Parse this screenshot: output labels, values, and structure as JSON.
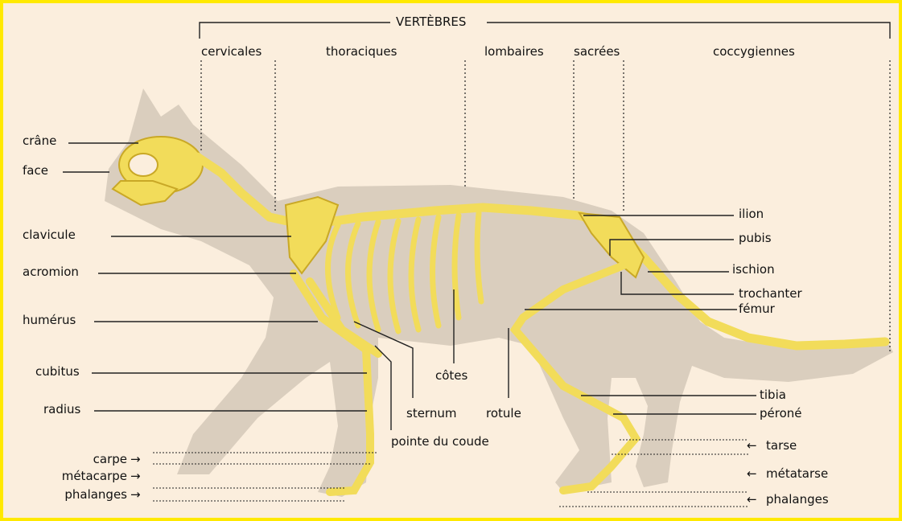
{
  "header": {
    "vertebres": "VERTÈBRES"
  },
  "vertebrae": {
    "cervicales": "cervicales",
    "thoraciques": "thoraciques",
    "lombaires": "lombaires",
    "sacrees": "sacrées",
    "coccygiennes": "coccygiennes"
  },
  "left_labels": {
    "crane": "crâne",
    "face": "face",
    "clavicule": "clavicule",
    "acromion": "acromion",
    "humerus": "humérus",
    "cubitus": "cubitus",
    "radius": "radius",
    "carpe": "carpe",
    "metacarpe": "métacarpe",
    "phalanges": "phalanges"
  },
  "center_labels": {
    "cotes": "côtes",
    "sternum": "sternum",
    "rotule": "rotule",
    "pointe_du_coude": "pointe du coude"
  },
  "right_labels": {
    "ilion": "ilion",
    "pubis": "pubis",
    "ischion": "ischion",
    "trochanter": "trochanter",
    "femur": "fémur",
    "tibia": "tibia",
    "perone": "péroné",
    "tarse": "tarse",
    "metatarse": "métatarse",
    "phalanges": "phalanges"
  },
  "colors": {
    "border": "#ffe900",
    "background": "#fbeedd",
    "silhouette": "#cfc3b3",
    "bone": "#f2dc5a",
    "bone_shadow": "#c9a826"
  }
}
